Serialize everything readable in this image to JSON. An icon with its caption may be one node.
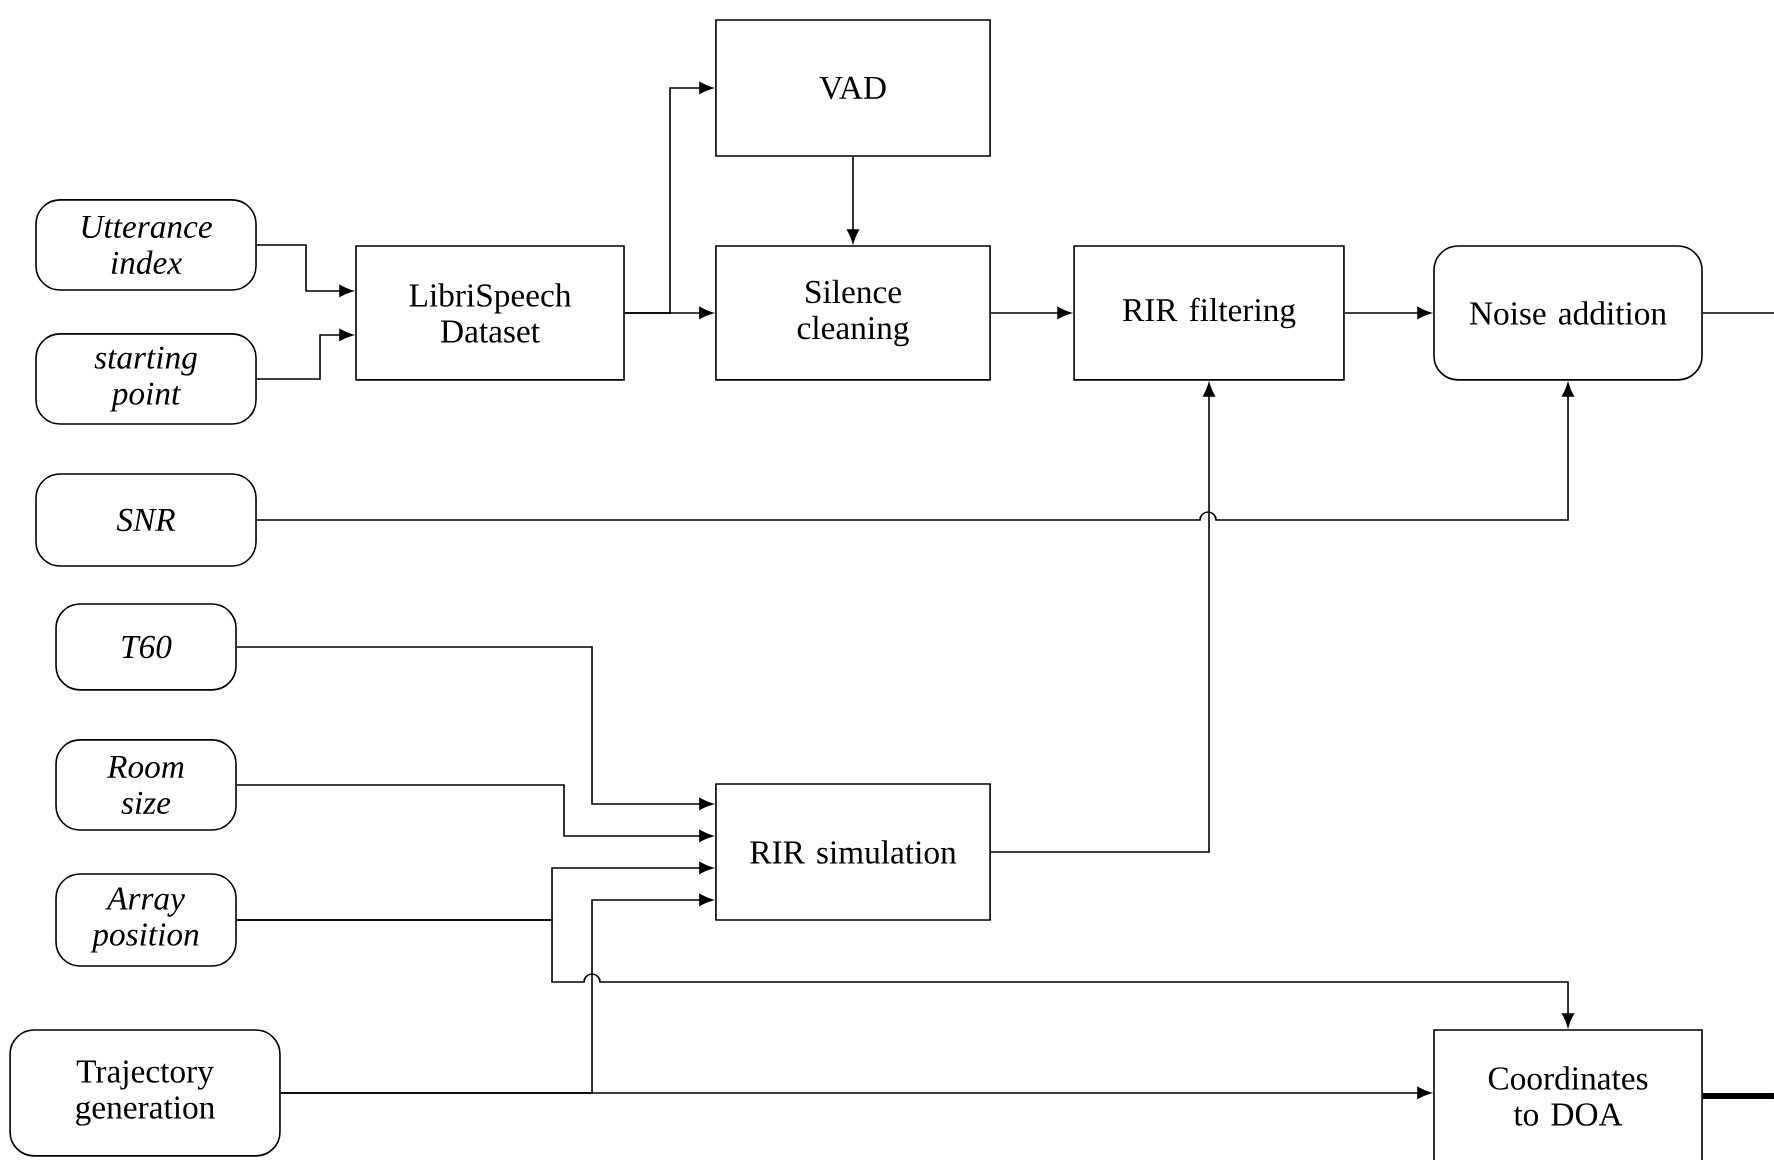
{
  "diagram": {
    "nodes": [
      {
        "text": [
          "Utterance index"
        ]
      },
      {
        "text": [
          "starting point"
        ]
      },
      {
        "text": [
          "LibriSpeech Dataset"
        ]
      },
      {
        "text": [
          "VAD"
        ]
      },
      {
        "text": [
          "Silence cleaning"
        ]
      },
      {
        "text": [
          "RIR filtering"
        ]
      },
      {
        "text": [
          "Noise addition"
        ]
      },
      {
        "text": [
          "SNR"
        ]
      },
      {
        "text": [
          "T60"
        ]
      },
      {
        "text": [
          "Room size"
        ]
      },
      {
        "text": [
          "Array position"
        ]
      },
      {
        "text": [
          "RIR simulation"
        ]
      },
      {
        "text": [
          "Trajectory generation"
        ]
      },
      {
        "text": [
          "Coordinates to DOA"
        ]
      }
    ],
    "edges": [
      {
        "from": 0,
        "to": 2,
        "arrow": "to"
      },
      {
        "from": 1,
        "to": 2,
        "arrow": "to"
      },
      {
        "from": 2,
        "to": 3,
        "arrow": "to"
      },
      {
        "from": 2,
        "to": 4,
        "arrow": "to"
      },
      {
        "from": 3,
        "to": 4,
        "arrow": "to"
      },
      {
        "from": 4,
        "to": 5,
        "arrow": "to"
      },
      {
        "from": 5,
        "to": 6,
        "arrow": "to"
      },
      {
        "from": 6,
        "to": null,
        "arrow": "none"
      },
      {
        "from": 7,
        "to": 6,
        "arrow": "to"
      },
      {
        "from": 8,
        "to": 11,
        "arrow": "to"
      },
      {
        "from": 9,
        "to": 11,
        "arrow": "to"
      },
      {
        "from": 10,
        "to": 11,
        "arrow": "to"
      },
      {
        "from": 12,
        "to": 11,
        "arrow": "to"
      },
      {
        "from": 11,
        "to": 5,
        "arrow": "to"
      },
      {
        "from": 10,
        "to": 13,
        "arrow": "to"
      },
      {
        "from": 12,
        "to": 13,
        "arrow": "to"
      },
      {
        "from": 13,
        "to": null,
        "arrow": "none",
        "style": "thick"
      }
    ]
  }
}
